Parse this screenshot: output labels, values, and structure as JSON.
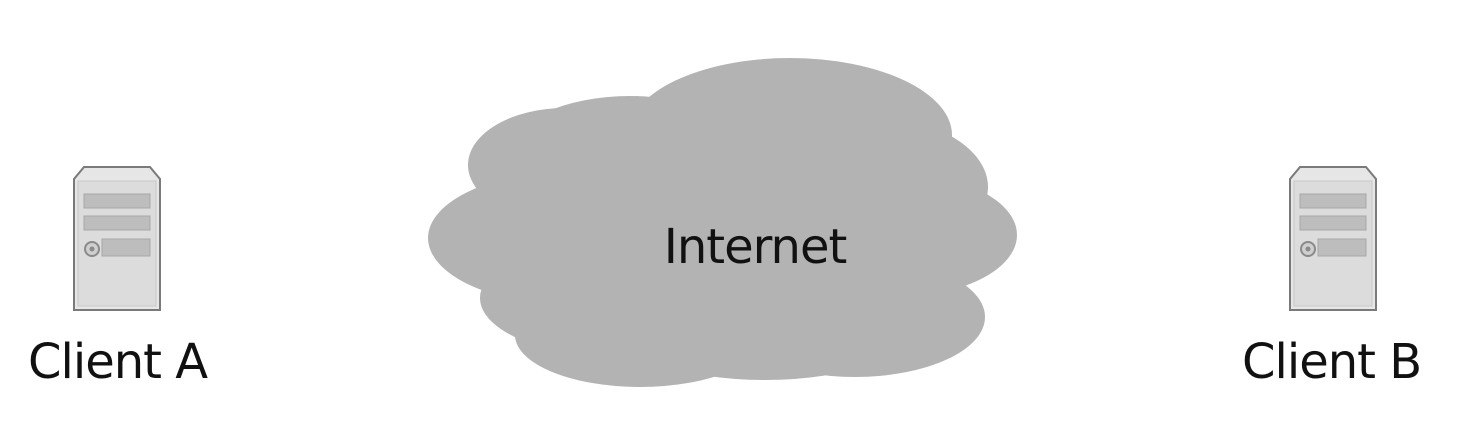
{
  "diagram": {
    "cloud": {
      "label": "Internet",
      "fill": "#b3b3b3"
    },
    "clients": [
      {
        "label": "Client A",
        "icon": "server-tower-icon"
      },
      {
        "label": "Client B",
        "icon": "server-tower-icon"
      }
    ],
    "colors": {
      "icon_body": "#e6e6e6",
      "icon_outline": "#7a7a7a",
      "icon_slot": "#bdbdbd",
      "text": "#111111"
    }
  }
}
